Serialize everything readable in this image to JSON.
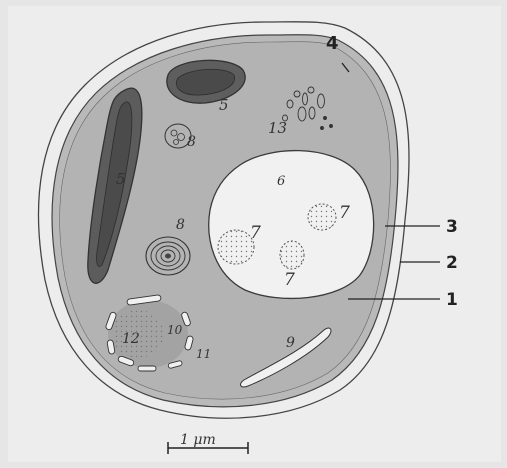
{
  "diagram": {
    "internal_labels": {
      "nucleus": "6",
      "vacuole_a": "7",
      "vacuole_b": "7",
      "vacuole_c": "7",
      "mito_top": "5",
      "mito_left": "5",
      "body_8_top": "8",
      "body_8_mid": "8",
      "droplets": "13",
      "label_12": "12",
      "label_10": "10",
      "label_11": "11",
      "label_9": "9"
    },
    "callouts": {
      "c4": "4",
      "c3": "3",
      "c2": "2",
      "c1": "1"
    },
    "scale_bar": "1 μm"
  }
}
